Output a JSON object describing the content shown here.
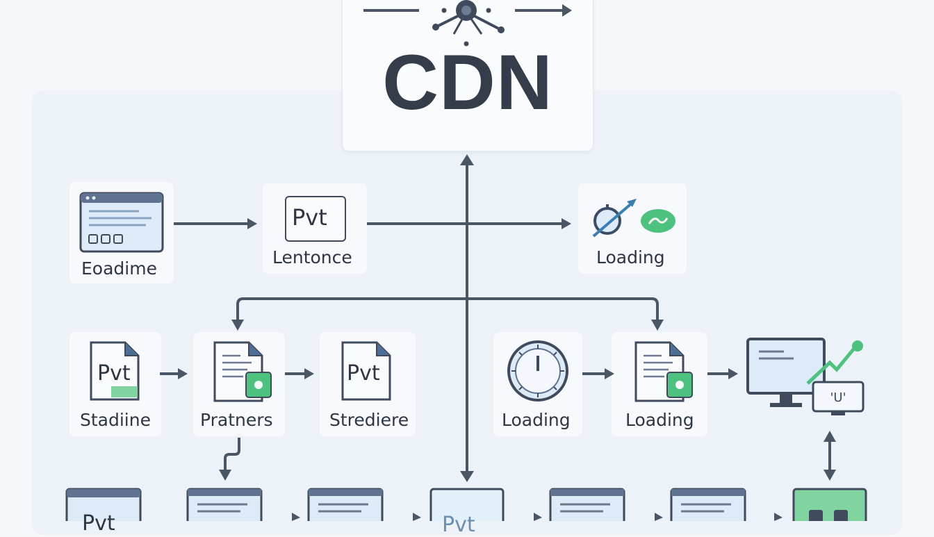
{
  "header": {
    "title": "CDN"
  },
  "nodes": {
    "eoadime": {
      "label": "Eoadime"
    },
    "lentonce": {
      "label": "Lentonce",
      "icon_text": "Pvt"
    },
    "loading_top": {
      "label": "Loading"
    },
    "stadiine": {
      "label": "Stadiine",
      "icon_text": "Pvt"
    },
    "pratners": {
      "label": "Pratners"
    },
    "strediere": {
      "label": "Strediere",
      "icon_text": "Pvt"
    },
    "loading_clock": {
      "label": "Loading"
    },
    "loading_doc": {
      "label": "Loading"
    },
    "bottom_first": {
      "icon_text": "Pvt"
    },
    "bottom_center": {
      "icon_text": "Pvt"
    }
  },
  "icons": {
    "hub": "network-hub-icon",
    "browser": "browser-window-icon",
    "document": "document-icon",
    "clock": "clock-icon",
    "monitor": "monitor-chart-icon",
    "speed": "speed-gauge-icon",
    "cloud": "cloud-icon"
  },
  "colors": {
    "background": "#f5f7fa",
    "panel": "#edf2f8",
    "arrow": "#4a5566",
    "text": "#2d3643",
    "accent_green": "#4cc27e",
    "accent_blue": "#3a7fb4",
    "icon_fill": "#dcebf7"
  }
}
